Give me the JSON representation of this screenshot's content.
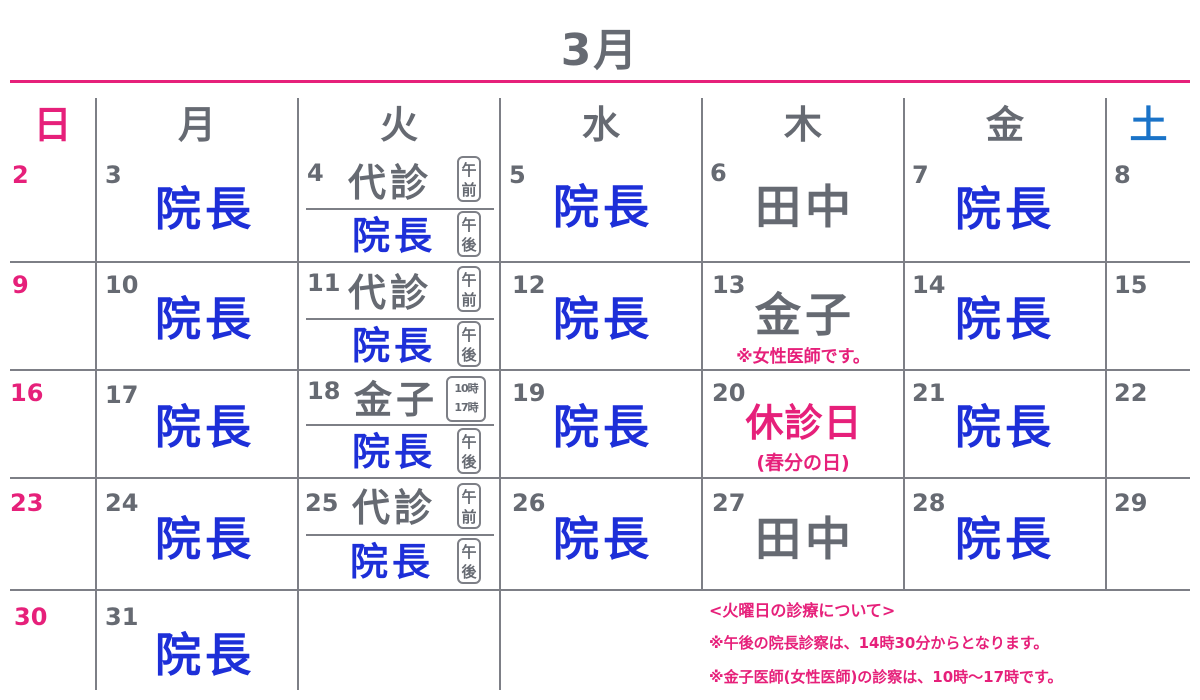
{
  "title": "3月",
  "weekdays": [
    "日",
    "月",
    "火",
    "水",
    "木",
    "金",
    "土"
  ],
  "colors": {
    "accent": "#e6207a",
    "blue": "#1d2fd8",
    "gray": "#666a72",
    "saturday": "#1a73c8"
  },
  "week1": {
    "sun": "2",
    "mon": "3",
    "mon_doc": "院長",
    "tue": "4",
    "tue_am": "代診",
    "tue_am_tag": [
      "午",
      "前"
    ],
    "tue_pm": "院長",
    "tue_pm_tag": [
      "午",
      "後"
    ],
    "wed": "5",
    "wed_doc": "院長",
    "thu": "6",
    "thu_doc": "田中",
    "fri": "7",
    "fri_doc": "院長",
    "sat": "8"
  },
  "week2": {
    "sun": "9",
    "mon": "10",
    "mon_doc": "院長",
    "tue": "11",
    "tue_am": "代診",
    "tue_am_tag": [
      "午",
      "前"
    ],
    "tue_pm": "院長",
    "tue_pm_tag": [
      "午",
      "後"
    ],
    "wed": "12",
    "wed_doc": "院長",
    "thu": "13",
    "thu_doc": "金子",
    "thu_note": "※女性医師です。",
    "fri": "14",
    "fri_doc": "院長",
    "sat": "15"
  },
  "week3": {
    "sun": "16",
    "mon": "17",
    "mon_doc": "院長",
    "tue": "18",
    "tue_am": "金子",
    "tue_am_tag": [
      "10時",
      "17時"
    ],
    "tue_pm": "院長",
    "tue_pm_tag": [
      "午",
      "後"
    ],
    "wed": "19",
    "wed_doc": "院長",
    "thu": "20",
    "thu_doc": "休診日",
    "thu_note": "(春分の日)",
    "fri": "21",
    "fri_doc": "院長",
    "sat": "22"
  },
  "week4": {
    "sun": "23",
    "mon": "24",
    "mon_doc": "院長",
    "tue": "25",
    "tue_am": "代診",
    "tue_am_tag": [
      "午",
      "前"
    ],
    "tue_pm": "院長",
    "tue_pm_tag": [
      "午",
      "後"
    ],
    "wed": "26",
    "wed_doc": "院長",
    "thu": "27",
    "thu_doc": "田中",
    "fri": "28",
    "fri_doc": "院長",
    "sat": "29"
  },
  "week5": {
    "sun": "30",
    "mon": "31",
    "mon_doc": "院長"
  },
  "notes": {
    "heading": "<火曜日の診療について>",
    "line1": "※午後の院長診察は、14時30分からとなります。",
    "line2": "※金子医師(女性医師)の診察は、10時～17時です。"
  }
}
